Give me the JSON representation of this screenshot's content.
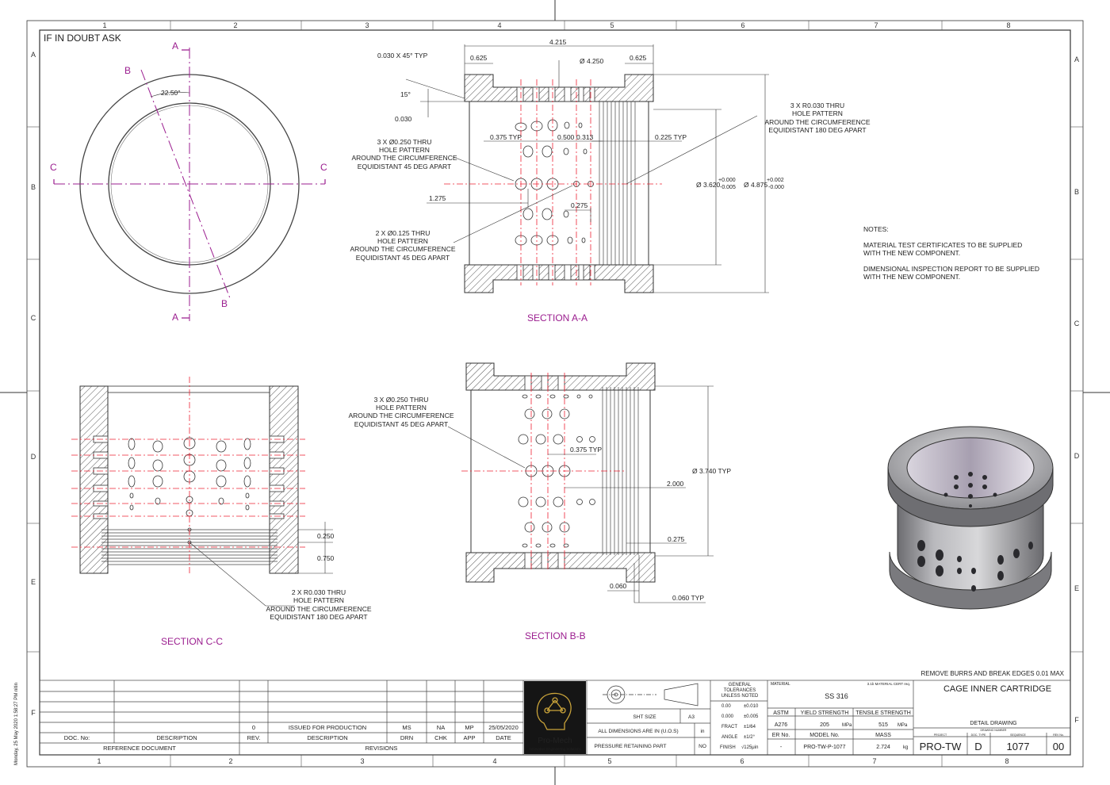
{
  "header_note": "IF IN DOUBT ASK",
  "zones": {
    "columns": [
      "1",
      "2",
      "3",
      "4",
      "5",
      "6",
      "7",
      "8"
    ],
    "rows": [
      "A",
      "B",
      "C",
      "D",
      "E",
      "F"
    ]
  },
  "side_timestamp": "Monday, 25 May 2020 1:58:27 PM nitin",
  "views": {
    "top_view": {
      "angle_label": "22.50°",
      "labels": {
        "A_top": "A",
        "A_bottom": "A",
        "B_top": "B",
        "B_bottom": "B",
        "C_left": "C",
        "C_right": "C"
      }
    },
    "section_aa": {
      "title": "SECTION A-A",
      "dims": {
        "overall": "4.215",
        "left_625": "0.625",
        "right_625": "0.625",
        "dia_4250": "Ø 4.250",
        "chamfer": "0.030 X 45° TYP",
        "angle_15": "15°",
        "d_030": "0.030",
        "typ_375": "0.375 TYP",
        "d_500": "0.500",
        "d_313": "0.313",
        "typ_225": "0.225 TYP",
        "d_1275": "1.275",
        "d_275": "0.275",
        "dia_3620": "Ø 3.620",
        "tol_3620_up": "+0.000",
        "tol_3620_lo": "-0.005",
        "dia_4875": "Ø 4.875",
        "tol_4875_up": "+0.002",
        "tol_4875_lo": "-0.000"
      },
      "notes": {
        "n1": [
          "3 X Ø0.250 THRU",
          "HOLE PATTERN",
          "AROUND THE CIRCUMFERENCE",
          "EQUIDISTANT 45 DEG APART"
        ],
        "n2": [
          "2 X Ø0.125 THRU",
          "HOLE PATTERN",
          "AROUND THE CIRCUMFERENCE",
          "EQUIDISTANT 45 DEG APART"
        ],
        "n3": [
          "3 X R0.030 THRU",
          "HOLE PATTERN",
          "AROUND THE CIRCUMFERENCE",
          "EQUIDISTANT 180 DEG APART"
        ]
      }
    },
    "section_bb": {
      "title": "SECTION B-B",
      "dims": {
        "typ_375": "0.375 TYP",
        "d_2000": "2.000",
        "d_275": "0.275",
        "dia_3740": "Ø 3.740 TYP",
        "d_060": "0.060",
        "typ_060": "0.060 TYP"
      },
      "notes": {
        "n1": [
          "3 X Ø0.250 THRU",
          "HOLE PATTERN",
          "AROUND THE CIRCUMFERENCE",
          "EQUIDISTANT 45 DEG APART"
        ]
      }
    },
    "section_cc": {
      "title": "SECTION C-C",
      "dims": {
        "d_250": "0.250",
        "d_750": "0.750"
      },
      "notes": {
        "n1": [
          "2 X R0.030 THRU",
          "HOLE PATTERN",
          "AROUND THE CIRCUMFERENCE",
          "EQUIDISTANT 180 DEG APART"
        ]
      }
    }
  },
  "general_notes": {
    "title": "NOTES:",
    "items": [
      [
        "MATERIAL TEST CERTIFICATES TO BE SUPPLIED",
        "WITH THE NEW COMPONENT."
      ],
      [
        "DIMENSIONAL INSPECTION REPORT TO BE SUPPLIED",
        "WITH THE NEW COMPONENT."
      ]
    ]
  },
  "remove_burrs": "REMOVE BURRS AND BREAK EDGES 0.01 MAX",
  "title_block": {
    "ref_doc": {
      "col1": "DOC. No:",
      "col2": "DESCRIPTION",
      "footer": "REFERENCE DOCUMENT"
    },
    "revisions": {
      "row": {
        "rev": "0",
        "desc": "ISSUED FOR PRODUCTION",
        "drn": "MS",
        "chk": "NA",
        "app": "MP",
        "date": "25/05/2020"
      },
      "headers": {
        "rev": "REV.",
        "desc": "DESCRIPTION",
        "drn": "DRN",
        "chk": "CHK",
        "app": "APP",
        "date": "DATE"
      },
      "footer": "REVISIONS"
    },
    "logo": {
      "name": "Pro-Mech",
      "tagline": "Innovative Engineering Solutions"
    },
    "sheet": {
      "sht_size_label": "SHT SIZE",
      "sht_size": "A3",
      "dims_label": "ALL DIMENSIONS ARE IN (U.O.S)",
      "dims_unit": "in",
      "pressure_label": "PRESSURE RETAINING PART",
      "pressure_value": "NO"
    },
    "tolerances": {
      "title": [
        "GENERAL",
        "TOLERANCES",
        "UNLESS NOTED"
      ],
      "rows": [
        [
          "0.00",
          "±0.010"
        ],
        [
          "0.000",
          "±0.005"
        ],
        [
          "FRACT",
          "±1/64"
        ],
        [
          "ANGLE",
          "±1/2°"
        ],
        [
          "FINISH",
          "√125μin"
        ]
      ]
    },
    "material": {
      "label": "MATERIAL",
      "cert": "3.1b MATERIAL CERT req.",
      "value": "SS 316",
      "headers": [
        "ASTM",
        "YIELD STRENGTH",
        "TENSILE STRENGTH"
      ],
      "astm": "A276",
      "yield": "205",
      "yield_unit": "MPa",
      "tensile": "515",
      "tensile_unit": "MPa",
      "headers2": [
        "ER No.",
        "MODEL No.",
        "MASS"
      ],
      "er": "-",
      "model": "PRO-TW-P-1077",
      "mass": "2.724",
      "mass_unit": "kg"
    },
    "drawing": {
      "title": "CAGE INNER CARTRIDGE",
      "type": "DETAIL DRAWING",
      "sub_labels": [
        "DRAWING NUMBER",
        "DOC. TYPE",
        "SEQUENCE",
        "REV No."
      ],
      "project_label": "PROJECT",
      "project": "PRO-TW",
      "doc_type": "D",
      "sequence": "1077",
      "rev": "00"
    }
  }
}
